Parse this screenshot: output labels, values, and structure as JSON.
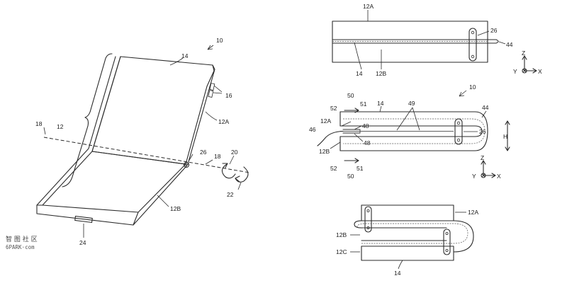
{
  "figure_1": {
    "ref_10": "10",
    "ref_12": "12",
    "ref_12A": "12A",
    "ref_12B": "12B",
    "ref_14": "14",
    "ref_16": "16",
    "ref_18_left": "18",
    "ref_18_right": "18",
    "ref_20": "20",
    "ref_22": "22",
    "ref_24": "24",
    "ref_26": "26"
  },
  "figure_2": {
    "ref_12A": "12A",
    "ref_12B": "12B",
    "ref_14": "14",
    "ref_26": "26",
    "ref_44": "44",
    "axis_z": "Z",
    "axis_y": "Y",
    "axis_x": "X"
  },
  "figure_3": {
    "ref_10": "10",
    "ref_50_top": "50",
    "ref_51_top": "51",
    "ref_52_top": "52",
    "ref_14": "14",
    "ref_49": "49",
    "ref_44": "44",
    "ref_12A": "12A",
    "ref_46": "46",
    "ref_48_top": "48",
    "ref_48_bottom": "48",
    "ref_26": "26",
    "ref_12B": "12B",
    "ref_52_bottom": "52",
    "ref_51_bottom": "51",
    "ref_50_bottom": "50",
    "dim_h": "H",
    "axis_z": "Z",
    "axis_y": "Y",
    "axis_x": "X"
  },
  "figure_4": {
    "ref_12A": "12A",
    "ref_12B": "12B",
    "ref_12C": "12C",
    "ref_14": "14"
  },
  "watermark": {
    "chars": "智 图 社 区",
    "site": "6PARK·com"
  }
}
